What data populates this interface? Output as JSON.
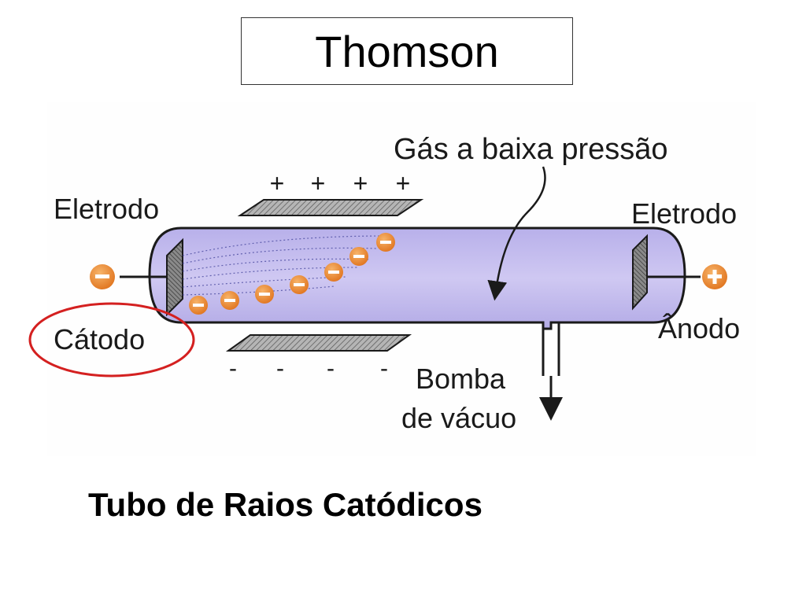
{
  "slide": {
    "title": "Thomson",
    "caption": "Tubo de Raios Catódicos"
  },
  "diagram": {
    "labels": {
      "gas": "Gás a baixa pressão",
      "electrode_left": "Eletrodo",
      "electrode_right": "Eletrodo",
      "cathode": "Cátodo",
      "anode": "Ânodo",
      "pump_line1": "Bomba",
      "pump_line2": "de vácuo"
    },
    "signs": {
      "plate_top": [
        "+",
        "+",
        "+",
        "+"
      ],
      "plate_bottom": [
        "-",
        "-",
        "-",
        "-"
      ],
      "cathode_terminal": "−",
      "anode_terminal": "+",
      "electron": "−"
    },
    "colors": {
      "tube_fill": "#c8c0ee",
      "tube_stroke": "#1a1a1a",
      "electron": "#e8842a",
      "highlight_ellipse": "#d42020",
      "text": "#1a1a1a",
      "plate_fill": "#9a9a9a"
    },
    "highlighted_label": "cathode"
  }
}
